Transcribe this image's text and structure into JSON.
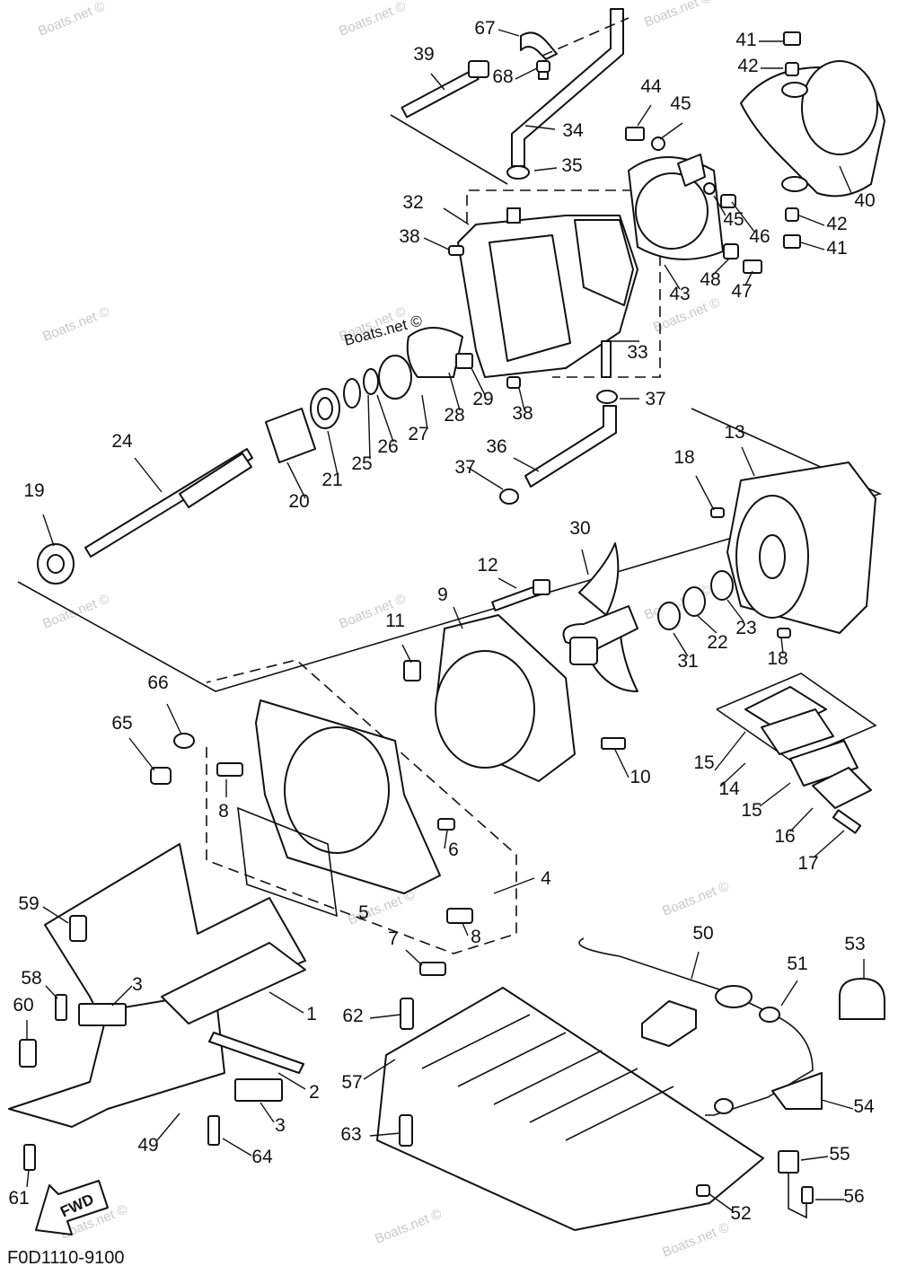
{
  "diagram": {
    "part_code": "F0D1110-9100",
    "watermark": "Boats.net ©",
    "direction_label": "FWD",
    "callouts": [
      "1",
      "2",
      "3",
      "3",
      "4",
      "5",
      "6",
      "7",
      "8",
      "8",
      "9",
      "10",
      "11",
      "12",
      "13",
      "14",
      "15",
      "15",
      "16",
      "17",
      "18",
      "18",
      "19",
      "20",
      "21",
      "22",
      "23",
      "24",
      "25",
      "26",
      "27",
      "28",
      "29",
      "30",
      "31",
      "32",
      "33",
      "34",
      "35",
      "36",
      "37",
      "37",
      "38",
      "38",
      "39",
      "40",
      "41",
      "41",
      "42",
      "42",
      "43",
      "44",
      "45",
      "45",
      "46",
      "47",
      "48",
      "49",
      "50",
      "51",
      "52",
      "53",
      "54",
      "55",
      "56",
      "57",
      "58",
      "59",
      "60",
      "61",
      "62",
      "63",
      "64",
      "65",
      "66",
      "67",
      "68"
    ]
  }
}
